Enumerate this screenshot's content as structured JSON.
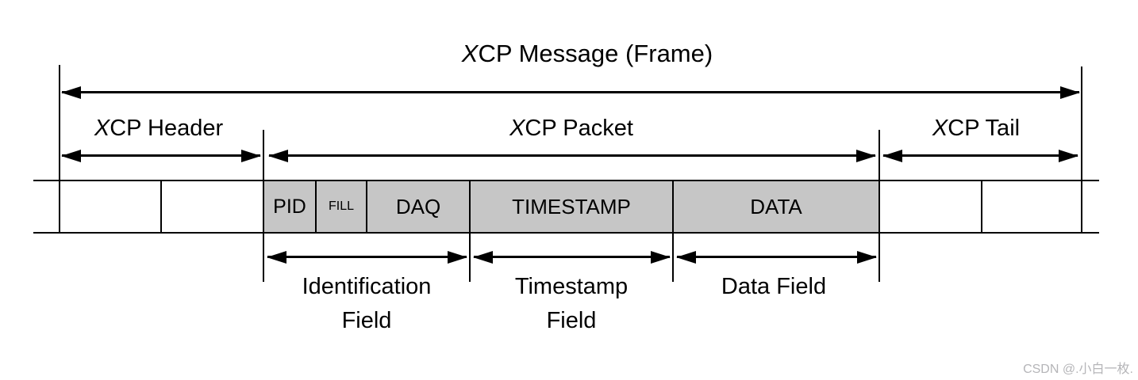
{
  "title": {
    "x": "X",
    "rest": "CP Message (Frame)"
  },
  "spans": {
    "header": {
      "x": "X",
      "rest": "CP Header"
    },
    "packet": {
      "x": "X",
      "rest": "CP Packet"
    },
    "tail": {
      "x": "X",
      "rest": "CP Tail"
    }
  },
  "cells": {
    "pid": "PID",
    "fill": "FILL",
    "daq": "DAQ",
    "timestamp": "TIMESTAMP",
    "data": "DATA"
  },
  "fields": {
    "identification": {
      "line1": "Identification",
      "line2": "Field"
    },
    "timestamp": {
      "line1": "Timestamp",
      "line2": "Field"
    },
    "data": {
      "line1": "Data Field"
    }
  },
  "watermark": {
    "text": "CSDN @.小白一枚."
  },
  "colors": {
    "line": "#000000",
    "cell_fill": "#c6c6c6",
    "background": "#ffffff",
    "watermark_text": "#b5b5b8"
  }
}
